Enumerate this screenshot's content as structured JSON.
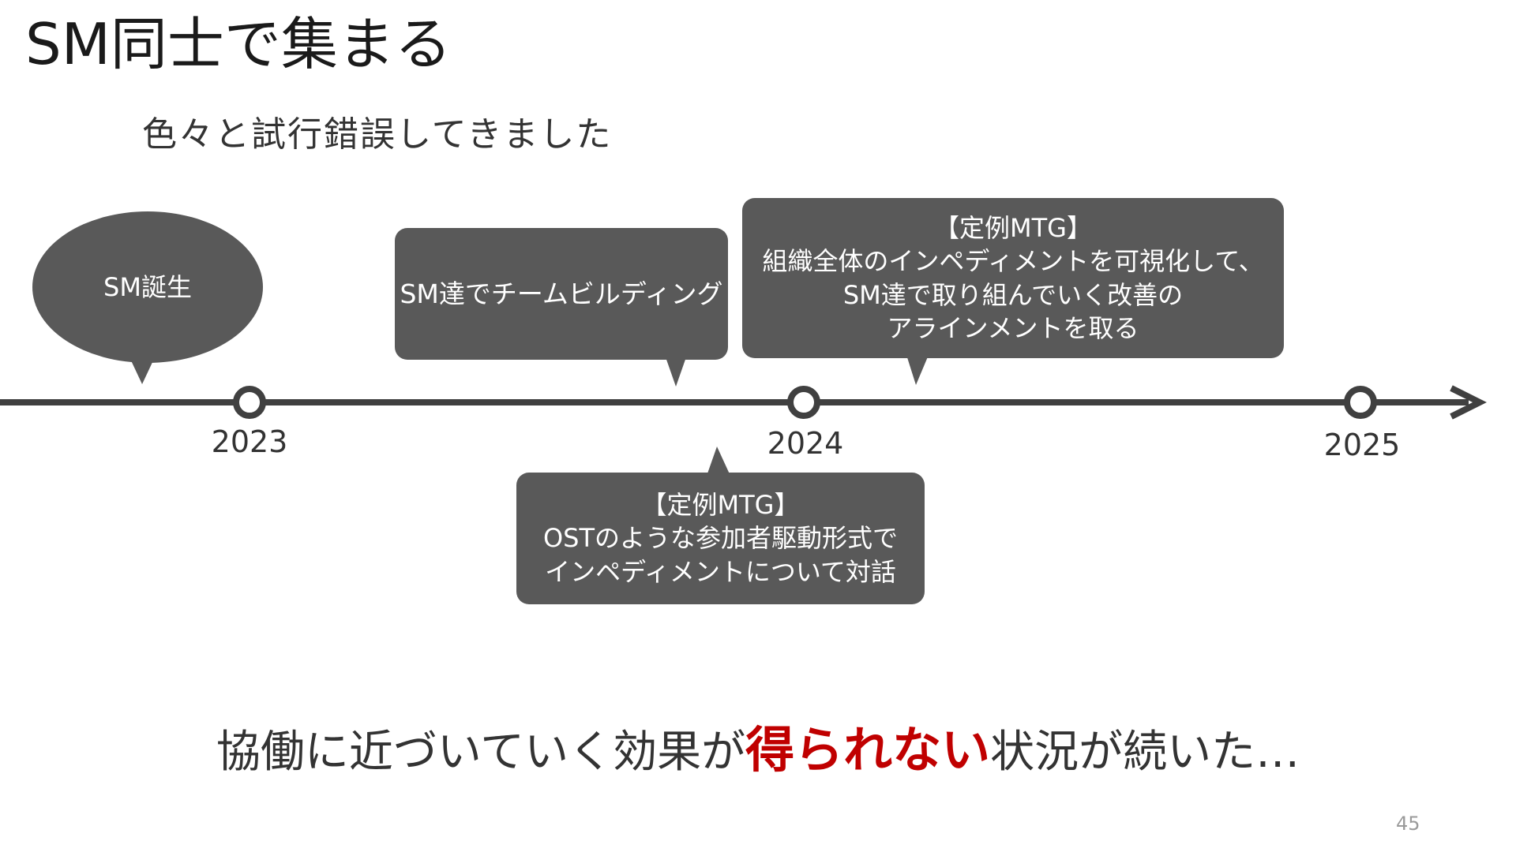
{
  "slide": {
    "title": "SM同士で集まる",
    "subtitle": "色々と試行錯誤してきました",
    "page_number": "45"
  },
  "timeline": {
    "years": [
      "2023",
      "2024",
      "2025"
    ],
    "line_color": "#404040"
  },
  "bubbles": {
    "sm_birth": "SM誕生",
    "team_building": "SM達でチームビルディング",
    "mtg_2023": {
      "line1": "【定例MTG】",
      "line2": "OSTのような参加者駆動形式で",
      "line3": "インペディメントについて対話"
    },
    "mtg_2024": {
      "line1": "【定例MTG】",
      "line2": "組織全体のインペディメントを可視化して、",
      "line3": "SM達で取り組んでいく改善の",
      "line4": "アラインメントを取る"
    },
    "fill_color": "#595959"
  },
  "conclusion": {
    "before": "協働に近づいていく効果が",
    "emphasis": "得られない",
    "after": "状況が続いた…",
    "emphasis_color": "#c00000"
  }
}
